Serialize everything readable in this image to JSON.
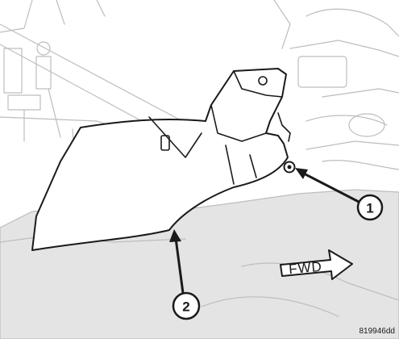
{
  "callouts": [
    {
      "label": "1"
    },
    {
      "label": "2"
    }
  ],
  "fwd_arrow": {
    "label": "FWD"
  },
  "figure_id": "819946dd",
  "colors": {
    "line": "#1a1a1a",
    "background_detail": "#bdbdbd",
    "background_fill": "#e4e4e4"
  }
}
